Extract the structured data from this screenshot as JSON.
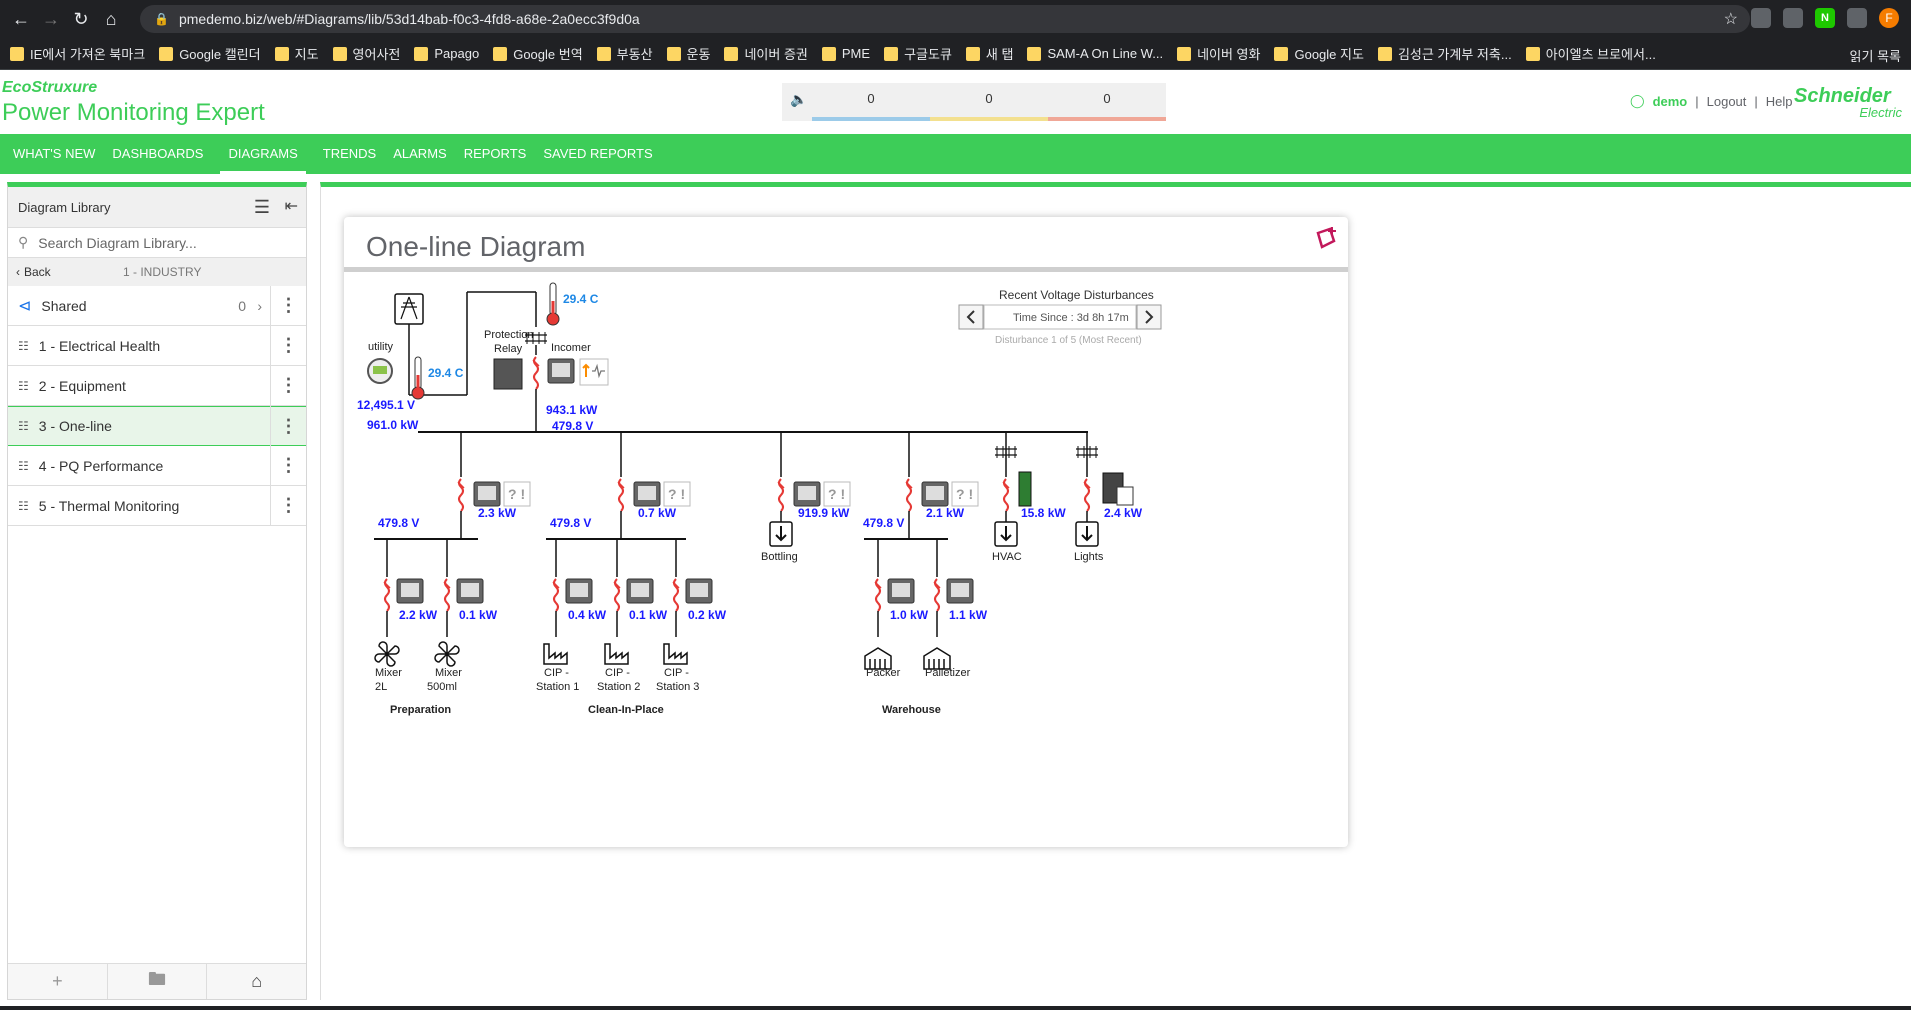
{
  "browser": {
    "url": "pmedemo.biz/web/#Diagrams/lib/53d14bab-f0c3-4fd8-a68e-2a0ecc3f9d0a",
    "avatar_letter": "F",
    "bookmarks": [
      "IE에서 가져온 북마크",
      "Google 캘린더",
      "지도",
      "영어사전",
      "Papago",
      "Google 번역",
      "부동산",
      "운동",
      "네이버 증권",
      "PME",
      "구글도큐",
      "새 탭",
      "SAM-A On Line W...",
      "네이버 영화",
      "Google 지도",
      "김성근 가계부 저축...",
      "아이엘츠 브로에서..."
    ],
    "reading_list": "읽기 목록"
  },
  "header": {
    "eco_logo": "EcoStruxure",
    "app_name": "Power Monitoring Expert",
    "alarm_counts": [
      "0",
      "0",
      "0"
    ],
    "alarm_colors": [
      "#9ccbe9",
      "#f3e08f",
      "#f0a797"
    ],
    "user": "demo",
    "logout": "Logout",
    "help": "Help",
    "brand_1": "Schneider",
    "brand_2": "Electric"
  },
  "nav": {
    "items": [
      "WHAT'S NEW",
      "DASHBOARDS",
      "DIAGRAMS",
      "TRENDS",
      "ALARMS",
      "REPORTS",
      "SAVED REPORTS"
    ],
    "active": "DIAGRAMS"
  },
  "sidebar": {
    "title": "Diagram Library",
    "search_placeholder": "Search Diagram Library...",
    "back_label": "Back",
    "crumb": "1 - INDUSTRY",
    "shared_label": "Shared",
    "shared_count": "0",
    "items": [
      "1 - Electrical Health",
      "2 - Equipment",
      "3 - One-line",
      "4 - PQ Performance",
      "5 - Thermal Monitoring"
    ],
    "selected_index": 2
  },
  "diagram": {
    "title": "One-line Diagram",
    "disturbance": {
      "heading": "Recent Voltage Disturbances",
      "time_since": "Time Since : 3d 8h 17m",
      "status": "Disturbance 1 of 5 (Most Recent)"
    },
    "utility": {
      "label": "utility",
      "temp": "29.4 C",
      "voltage": "12,495.1 V",
      "power": "961.0 kW"
    },
    "incomer": {
      "relay_label_1": "Protection",
      "relay_label_2": "Relay",
      "label": "Incomer",
      "temp": "29.4 C",
      "power": "943.1 kW",
      "voltage": "479.8 V"
    },
    "feeders": [
      {
        "name": "Preparation",
        "power": "2.3 kW",
        "bus_voltage": "479.8 V",
        "loads": [
          {
            "name_1": "Mixer",
            "name_2": "2L",
            "power": "2.2 kW"
          },
          {
            "name_1": "Mixer",
            "name_2": "500ml",
            "power": "0.1 kW"
          }
        ]
      },
      {
        "name": "Clean-In-Place",
        "power": "0.7 kW",
        "bus_voltage": "479.8 V",
        "loads": [
          {
            "name_1": "CIP -",
            "name_2": "Station 1",
            "power": "0.4 kW"
          },
          {
            "name_1": "CIP -",
            "name_2": "Station 2",
            "power": "0.1 kW"
          },
          {
            "name_1": "CIP -",
            "name_2": "Station 3",
            "power": "0.2 kW"
          }
        ]
      },
      {
        "name": "Bottling",
        "power": "919.9 kW"
      },
      {
        "name": "Warehouse",
        "power": "2.1 kW",
        "bus_voltage": "479.8 V",
        "loads": [
          {
            "name_1": "Packer",
            "name_2": "",
            "power": "1.0 kW"
          },
          {
            "name_1": "Palletizer",
            "name_2": "",
            "power": "1.1 kW"
          }
        ]
      },
      {
        "name": "HVAC",
        "power": "15.8 kW"
      },
      {
        "name": "Lights",
        "power": "2.4 kW"
      }
    ],
    "unknown_status": "? !"
  }
}
